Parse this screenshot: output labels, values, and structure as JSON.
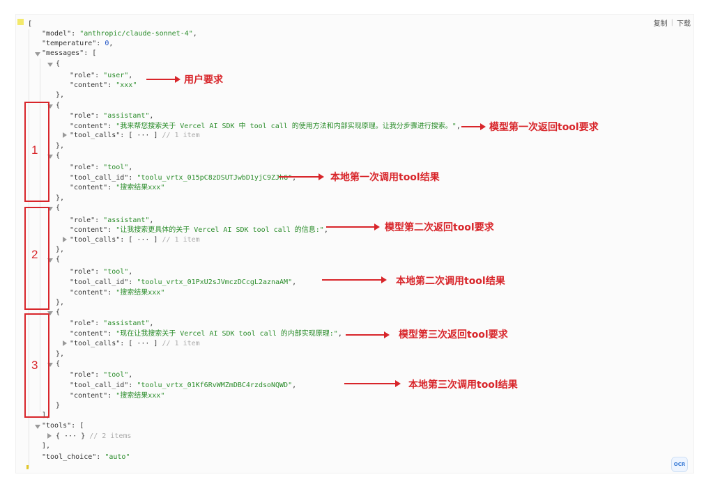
{
  "toolbar": {
    "copy_label": "复制",
    "download_label": "下载",
    "separator": "|"
  },
  "json_view": {
    "model_key": "\"model\"",
    "model_value": "\"anthropic/claude-sonnet-4\"",
    "temperature_key": "\"temperature\"",
    "temperature_value": "0",
    "messages_key": "\"messages\"",
    "tools_key": "\"tools\"",
    "tools_collapsed": "{ ··· }",
    "tools_comment": "// 2 items",
    "tool_choice_key": "\"tool_choice\"",
    "tool_choice_value": "\"auto\"",
    "role_key": "\"role\"",
    "content_key": "\"content\"",
    "tool_calls_key": "\"tool_calls\"",
    "tool_call_id_key": "\"tool_call_id\"",
    "collapsed_array": "[ ··· ]",
    "one_item_comment": "// 1 item",
    "messages": [
      {
        "role": "\"user\"",
        "content": "\"xxx\""
      },
      {
        "role": "\"assistant\"",
        "content": "\"我来帮您搜索关于 Vercel AI SDK 中 tool call 的使用方法和内部实现原理。让我分步骤进行搜索。\""
      },
      {
        "role": "\"tool\"",
        "tool_call_id": "\"toolu_vrtx_015pC8zDSUTJwbD1yjC9ZJhG\"",
        "content": "\"搜索结果xxx\""
      },
      {
        "role": "\"assistant\"",
        "content": "\"让我搜索更具体的关于 Vercel AI SDK tool call 的信息:\""
      },
      {
        "role": "\"tool\"",
        "tool_call_id": "\"toolu_vrtx_01PxU2sJVmczDCcgL2aznaAM\"",
        "content": "\"搜索结果xxx\""
      },
      {
        "role": "\"assistant\"",
        "content": "\"现在让我搜索关于 Vercel AI SDK tool call 的内部实现原理:\""
      },
      {
        "role": "\"tool\"",
        "tool_call_id": "\"toolu_vrtx_01Kf6RvWMZmDBC4rzdsoNQWD\"",
        "content": "\"搜索结果xxx\""
      }
    ]
  },
  "annotations": {
    "user_request": "用户要求",
    "model_first": "模型第一次返回tool要求",
    "local_first": "本地第一次调用tool结果",
    "model_second": "模型第二次返回tool要求",
    "local_second": "本地第二次调用tool结果",
    "model_third": "模型第三次返回tool要求",
    "local_third": "本地第三次调用tool结果"
  },
  "group_labels": [
    "1",
    "2",
    "3"
  ],
  "ocr_badge": "OCR",
  "colors": {
    "annotation_red": "#d8252a",
    "string_green": "#2a8c2a",
    "number_blue": "#1a4fc4"
  }
}
